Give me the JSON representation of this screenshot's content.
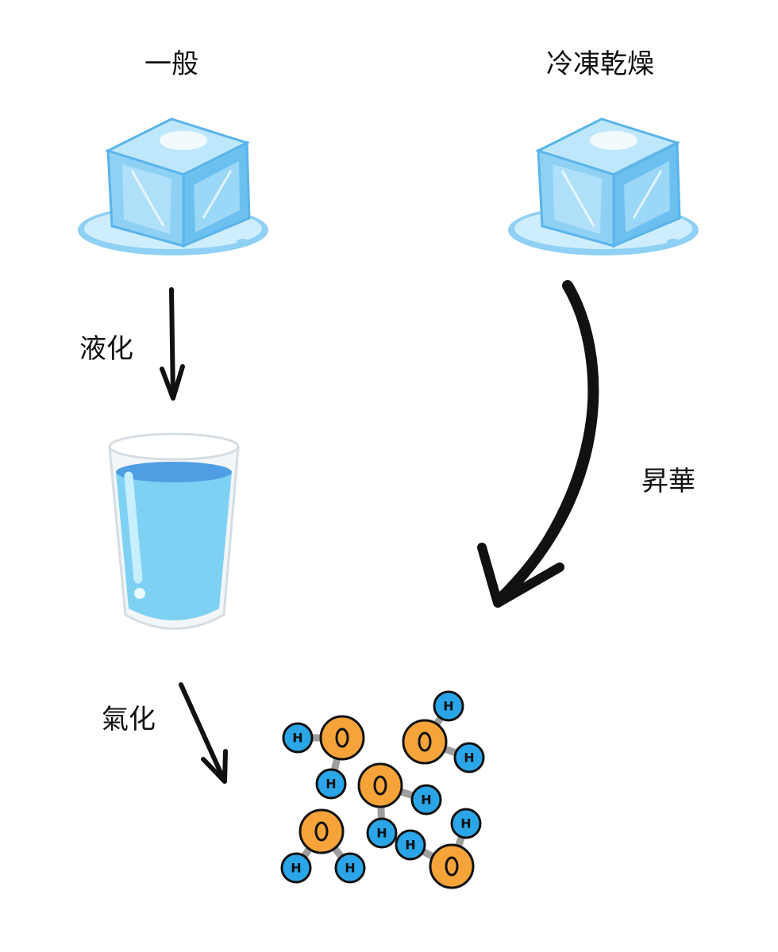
{
  "titles": {
    "normal": "一般",
    "freeze_dry": "冷凍乾燥"
  },
  "processes": {
    "liquefaction": "液化",
    "vaporization": "氣化",
    "sublimation": "昇華"
  },
  "molecule_labels": {
    "hydrogen": "H"
  },
  "colors": {
    "ice_light": "#cfeefd",
    "ice_mid": "#8fd0f5",
    "ice_dark": "#5ab4ea",
    "water": "#7fd1f3",
    "water_top": "#4f9de2",
    "oxygen": "#f6a43a",
    "hydrogen": "#2aa6e8",
    "bond": "#9e9e9e",
    "arrow": "#111111"
  }
}
